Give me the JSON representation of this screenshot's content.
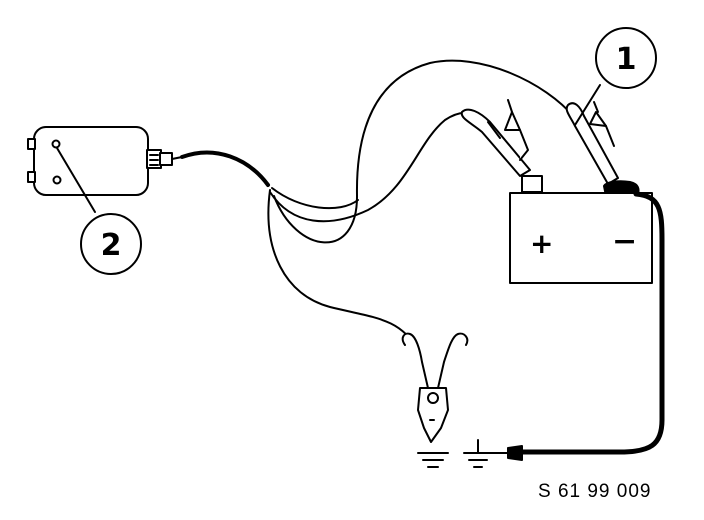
{
  "diagram": {
    "callouts": [
      {
        "id": "1",
        "label": "1"
      },
      {
        "id": "2",
        "label": "2"
      }
    ],
    "battery": {
      "plus_sign": "+",
      "minus_sign": "−"
    },
    "document_reference": "S 61 99 009"
  }
}
